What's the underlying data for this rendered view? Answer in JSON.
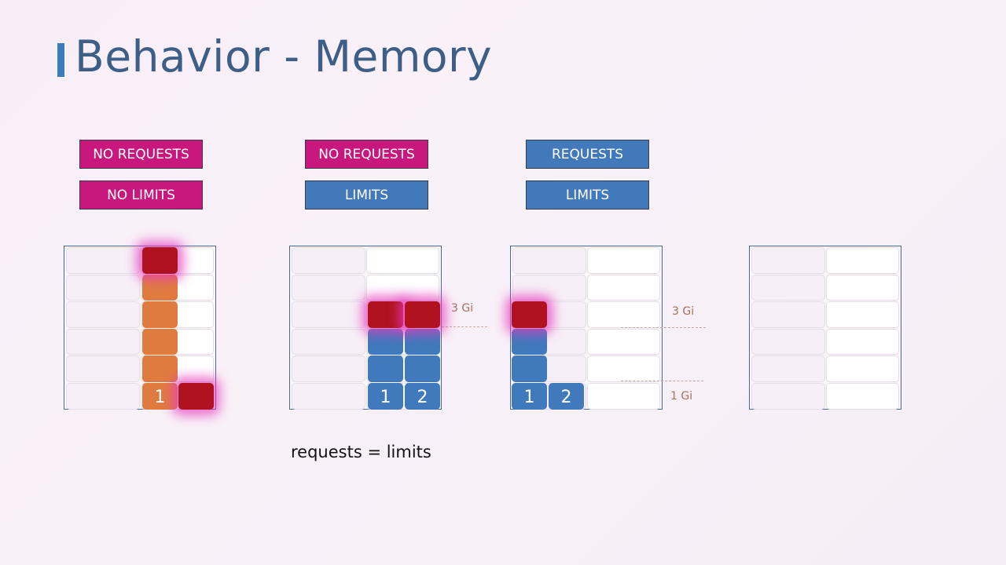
{
  "title": "Behavior - Memory",
  "scenarios": [
    {
      "requests": "NO REQUESTS",
      "limits": "NO LIMITS",
      "requests_color": "#c8187e",
      "limits_color": "#c8187e"
    },
    {
      "requests": "NO REQUESTS",
      "limits": "LIMITS",
      "requests_color": "#c8187e",
      "limits_color": "#4279ba"
    },
    {
      "requests": "REQUESTS",
      "limits": "LIMITS",
      "requests_color": "#4279ba",
      "limits_color": "#4279ba"
    }
  ],
  "pods": {
    "p1": "1",
    "p2": "2"
  },
  "labels": {
    "three_gi": "3 Gi",
    "one_gi": "1 Gi"
  },
  "note": "requests = limits"
}
